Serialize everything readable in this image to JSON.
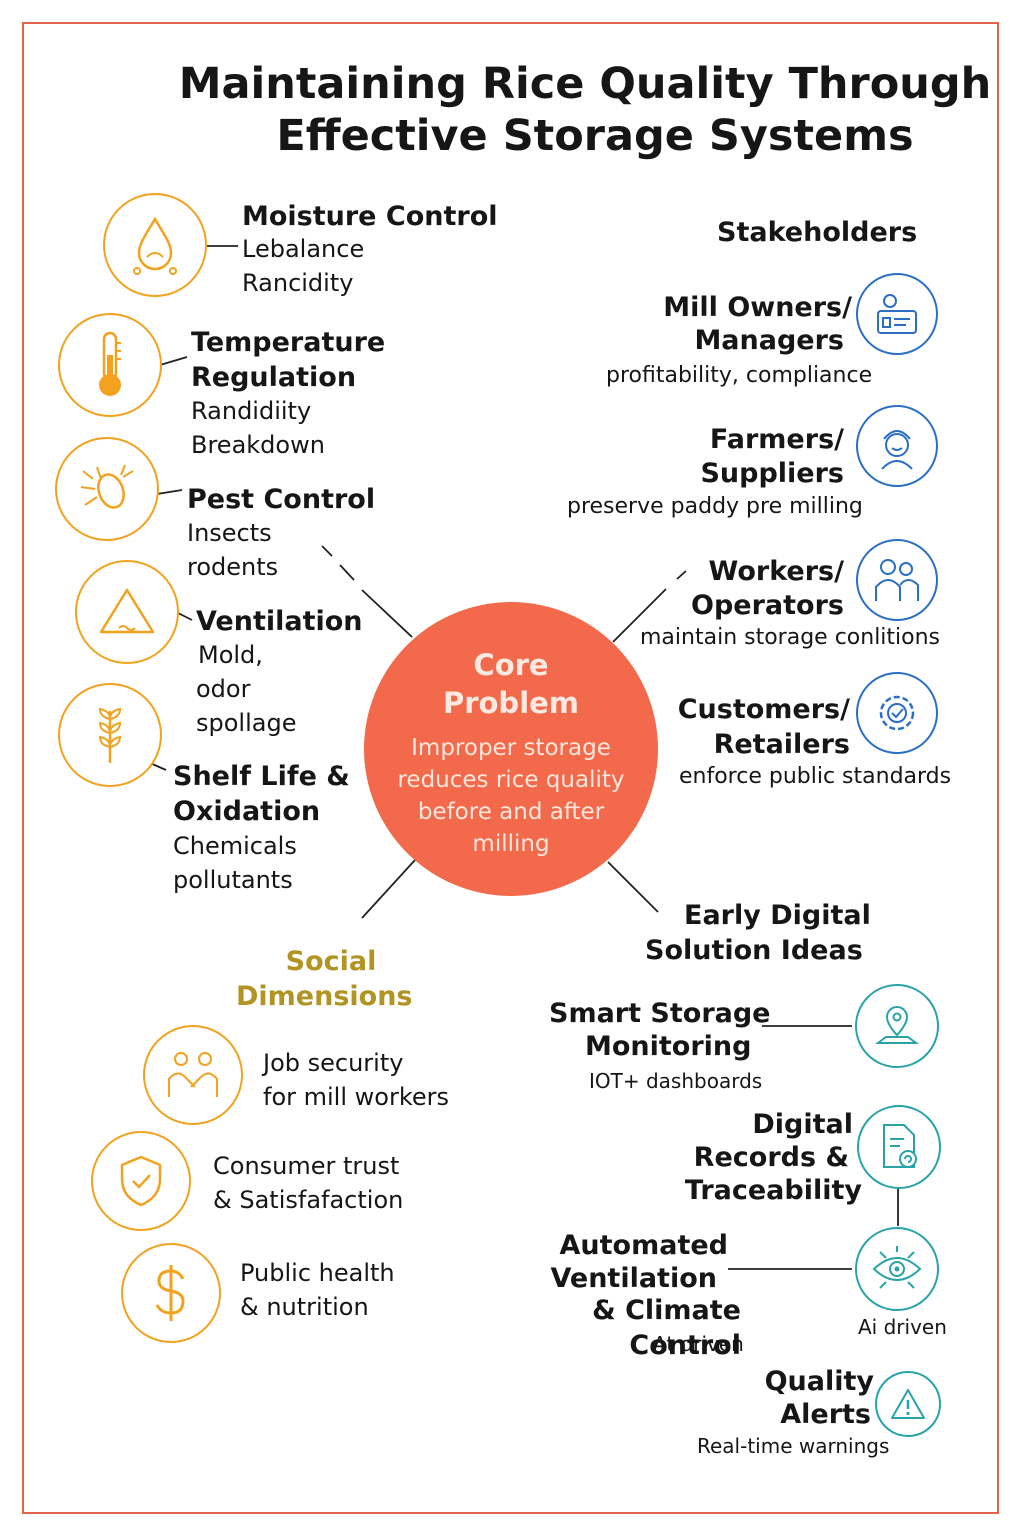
{
  "title": {
    "line1": "Maintaining Rice Quality Through",
    "line2": "Effective Storage Systems"
  },
  "core": {
    "title_line1": "Core",
    "title_line2": "Problem",
    "body": "Improper storage reduces rice quality before and after milling"
  },
  "technical_factors": [
    {
      "icon": "water-drop-icon",
      "title": "Moisture Control",
      "lines": [
        "Lebalance",
        "Rancidity"
      ]
    },
    {
      "icon": "thermometer-icon",
      "title_line1": "Temperature",
      "title_line2": "Regulation",
      "lines": [
        "Randidiity",
        "Breakdown"
      ]
    },
    {
      "icon": "pest-icon",
      "title": "Pest Control",
      "lines": [
        "Insects",
        "rodents"
      ]
    },
    {
      "icon": "ventilation-triangle-icon",
      "title": "Ventilation",
      "lines": [
        "Mold,",
        "odor",
        "spollage"
      ]
    },
    {
      "icon": "wheat-icon",
      "title_line1": "Shelf Life &",
      "title_line2": "Oxidation",
      "lines": [
        "Chemicals",
        "pollutants"
      ]
    }
  ],
  "stakeholders": {
    "heading": "Stakeholders",
    "items": [
      {
        "icon": "manager-desk-icon",
        "title_line1": "Mill Owners/",
        "title_line2": "Managers",
        "desc": "profitability, compliance"
      },
      {
        "icon": "farmer-icon",
        "title_line1": "Farmers/",
        "title_line2": "Suppliers",
        "desc": "preserve paddy pre milling"
      },
      {
        "icon": "workers-icon",
        "title_line1": "Workers/",
        "title_line2": "Operators",
        "desc": "maintain storage conlitions"
      },
      {
        "icon": "gear-icon",
        "title_line1": "Customers/",
        "title_line2": "Retailers",
        "desc": "enforce public standards"
      }
    ]
  },
  "social": {
    "heading_line1": "Social",
    "heading_line2": "Dimensions",
    "items": [
      {
        "icon": "handshake-icon",
        "line1": "Job security",
        "line2": "for mill workers"
      },
      {
        "icon": "shield-check-icon",
        "line1": "Consumer trust",
        "line2": "& Satisfafaction"
      },
      {
        "icon": "dollar-icon",
        "line1": "Public health",
        "line2": "& nutrition"
      }
    ]
  },
  "digital": {
    "heading_line1": "Early Digital",
    "heading_line2": "Solution Ideas",
    "items": [
      {
        "icon": "location-pin-icon",
        "title_line1": "Smart Storage",
        "title_line2": "Monitoring",
        "desc": "IOT+ dashboards"
      },
      {
        "icon": "document-icon",
        "title_line1": "Digital",
        "title_line2": "Records &",
        "title_line3": "Traceability"
      },
      {
        "icon": "ai-eye-icon",
        "title_line1": "Automated",
        "title_line2": "Ventilation",
        "title_line3": "& Climate Control",
        "desc": "At driven",
        "icon_caption": "Ai driven"
      },
      {
        "icon": "warning-icon",
        "title_line1": "Quality",
        "title_line2": "Alerts",
        "desc": "Real-time warnings"
      }
    ]
  },
  "colors": {
    "border": "#e2634b",
    "core": "#f26a4b",
    "technical_icons": "#f2a21e",
    "stakeholder_icons": "#2a6fc4",
    "digital_icons": "#2aa3a8",
    "social_heading": "#b29424"
  }
}
